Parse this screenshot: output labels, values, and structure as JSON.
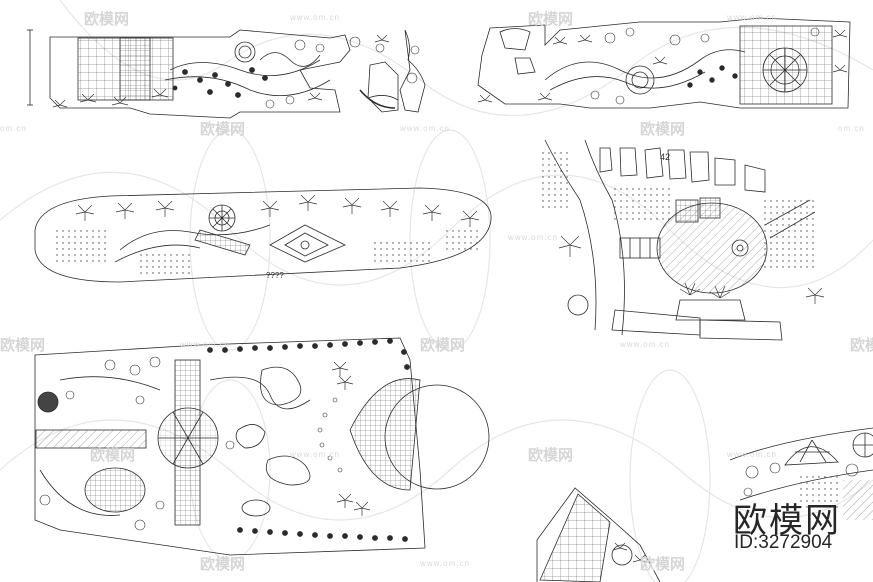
{
  "watermark": {
    "brand_text": "欧模网",
    "url_text": "www.om.cn",
    "url_short": "om.cn",
    "color": "#d6d6d6"
  },
  "brand": {
    "name": "欧模网",
    "id_label": "ID:3272904",
    "color": "#262626"
  },
  "drawings": {
    "plan_top_left": {
      "icon": "cad-strip-garden-plan"
    },
    "plan_top_right": {
      "icon": "cad-strip-garden-plan"
    },
    "plan_oval": {
      "icon": "cad-oval-garden-plan",
      "label": "????"
    },
    "plan_residential": {
      "icon": "cad-residential-courtyard-plan",
      "label": "42"
    },
    "plan_bottom_left": {
      "icon": "cad-park-plan"
    },
    "plan_bottom_center": {
      "icon": "cad-paving-corner-plan"
    },
    "plan_bottom_right": {
      "icon": "cad-corner-garden-plan"
    }
  },
  "colors": {
    "line": "#2b2b2b",
    "background": "#ffffff"
  }
}
